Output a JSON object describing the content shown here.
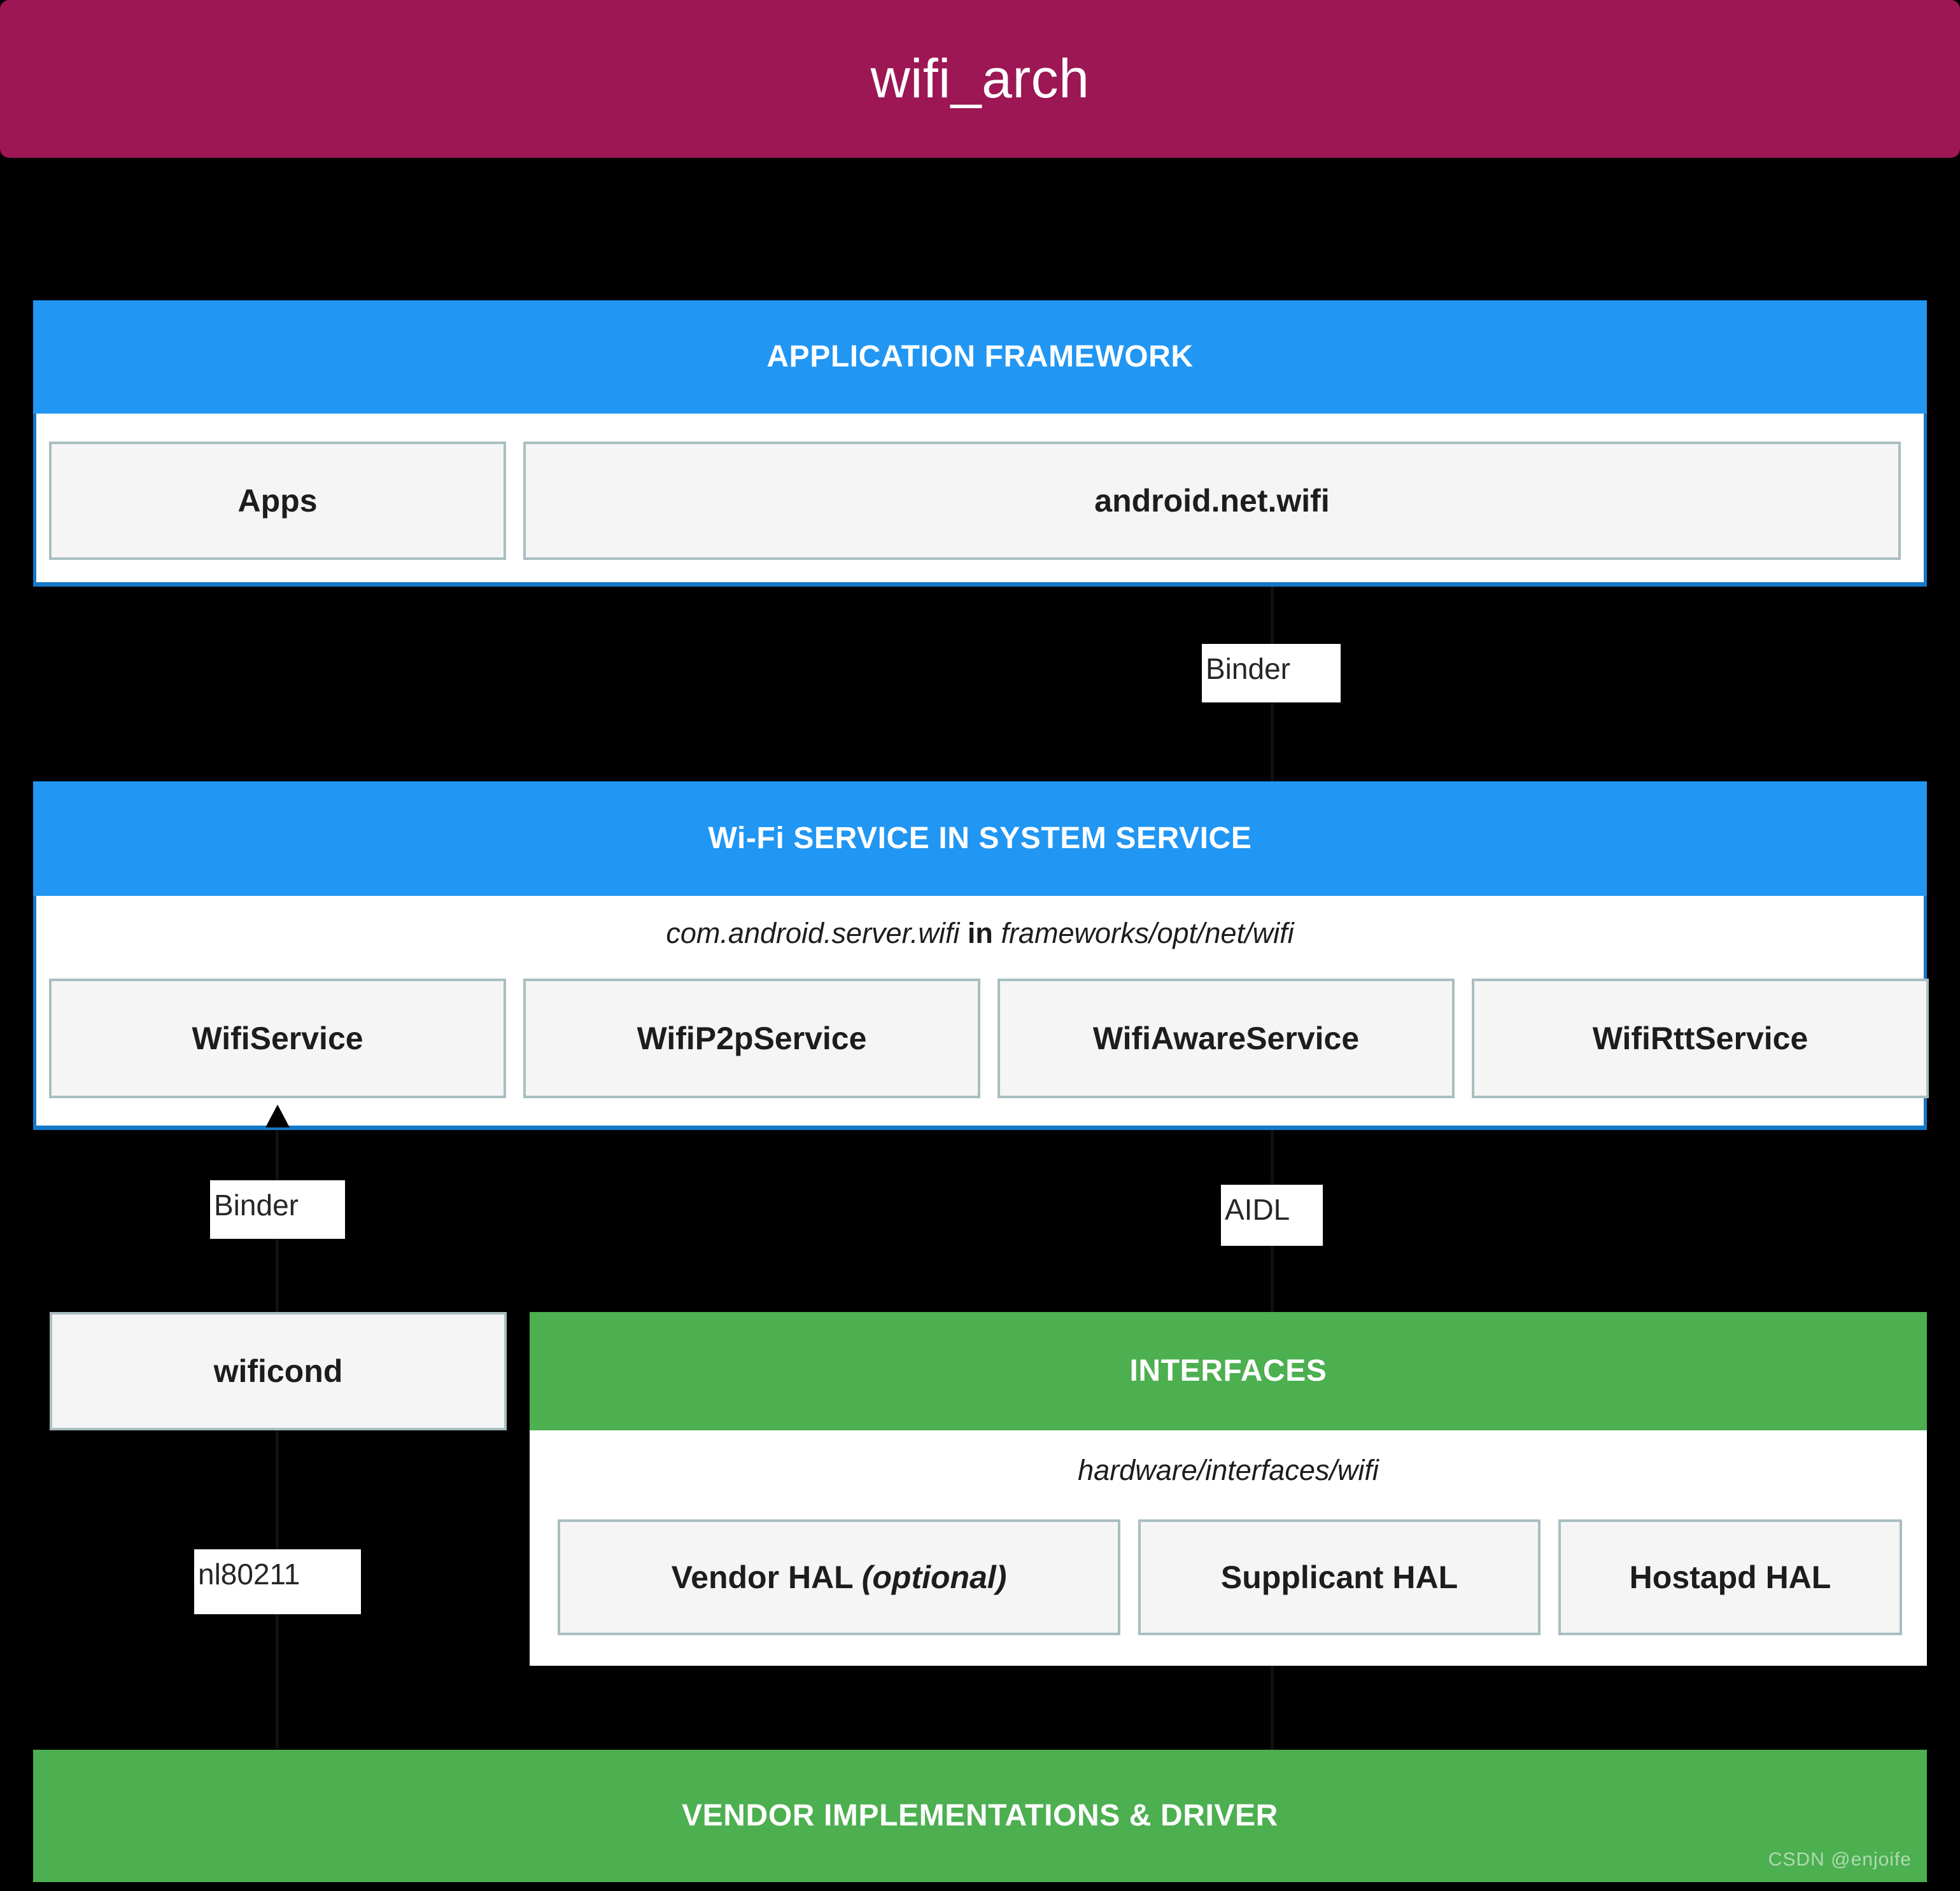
{
  "title": {
    "text": "wifi_arch",
    "bg_color": "#9C1754",
    "text_color": "#ffffff"
  },
  "colors": {
    "canvas": "#000000",
    "blue": "#2196F3",
    "blue_border": "#1479c9",
    "green": "#4CAF50",
    "box_fill": "#f5f5f5",
    "box_border": "#a9bec0",
    "label_bg": "#ffffff",
    "text_dark": "#1d1d1d"
  },
  "layers": {
    "application_framework": {
      "header": "APPLICATION FRAMEWORK",
      "boxes": [
        {
          "label": "Apps"
        },
        {
          "label": "android.net.wifi"
        }
      ]
    },
    "wifi_service": {
      "header": "Wi-Fi SERVICE IN SYSTEM SERVICE",
      "path_prefix": "com.android.server.wifi",
      "path_join": "in",
      "path_suffix": "frameworks/opt/net/wifi",
      "boxes": [
        {
          "label": "WifiService"
        },
        {
          "label": "WifiP2pService"
        },
        {
          "label": "WifiAwareService"
        },
        {
          "label": "WifiRttService"
        }
      ]
    },
    "wificond": {
      "label": "wificond"
    },
    "interfaces": {
      "header": "INTERFACES",
      "path": "hardware/interfaces/wifi",
      "boxes": [
        {
          "label": "Vendor HAL ",
          "optional": "(optional)"
        },
        {
          "label": "Supplicant HAL",
          "optional": ""
        },
        {
          "label": "Hostapd HAL",
          "optional": ""
        }
      ]
    },
    "vendor": {
      "header": "VENDOR IMPLEMENTATIONS & DRIVER"
    }
  },
  "edge_labels": {
    "binder_top": "Binder",
    "binder_left": "Binder",
    "aidl": "AIDL",
    "nl80211": "nl80211"
  },
  "watermark": {
    "text": "CSDN @enjoife"
  }
}
